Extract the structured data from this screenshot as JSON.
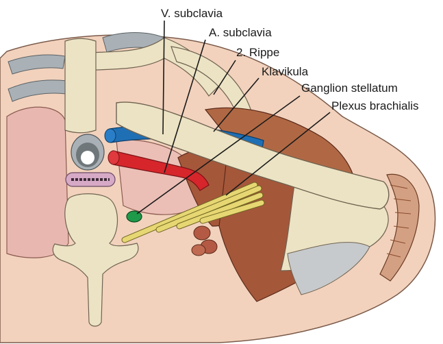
{
  "figure": {
    "labels": [
      {
        "id": "v-subclavia",
        "text": "V. subclavia"
      },
      {
        "id": "a-subclavia",
        "text": "A. subclavia"
      },
      {
        "id": "rippe-2",
        "text": "2. Rippe"
      },
      {
        "id": "klavikula",
        "text": "Klavikula"
      },
      {
        "id": "ganglion-stellatum",
        "text": "Ganglion stellatum"
      },
      {
        "id": "plexus-brachialis",
        "text": "Plexus brachialis"
      }
    ],
    "colors": {
      "vein": "#1f6fb5",
      "artery": "#d6262b",
      "bone": "#ece3c4",
      "muscle": "#a5573a",
      "lung": "#e8b8b0",
      "nerve": "#e6d773",
      "ganglion": "#1f9a4a",
      "skin": "#f2d2bd",
      "cartilage": "#a9b1b6"
    }
  }
}
